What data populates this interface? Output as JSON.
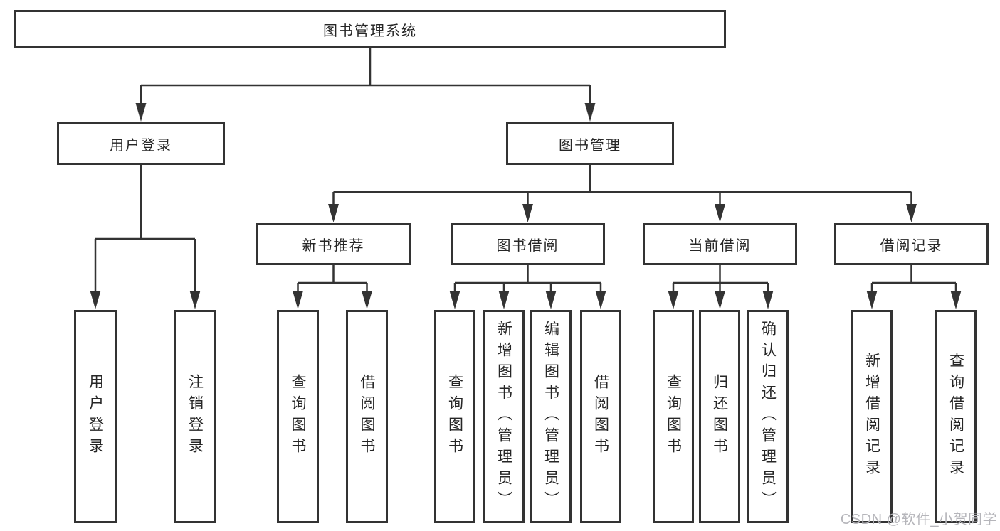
{
  "diagram": {
    "root": {
      "label": "图书管理系统"
    },
    "user_login": {
      "label": "用户登录",
      "children": [
        {
          "label": "用户登录"
        },
        {
          "label": "注销登录"
        }
      ]
    },
    "book_management": {
      "label": "图书管理",
      "groups": [
        {
          "label": "新书推荐",
          "children": [
            {
              "label": "查询图书"
            },
            {
              "label": "借阅图书"
            }
          ]
        },
        {
          "label": "图书借阅",
          "children": [
            {
              "label": "查询图书"
            },
            {
              "label": "新增图书（管理员）"
            },
            {
              "label": "编辑图书（管理员）"
            },
            {
              "label": "借阅图书"
            }
          ]
        },
        {
          "label": "当前借阅",
          "children": [
            {
              "label": "查询图书"
            },
            {
              "label": "归还图书"
            },
            {
              "label": "确认归还（管理员）"
            }
          ]
        },
        {
          "label": "借阅记录",
          "children": [
            {
              "label": "新增借阅记录"
            },
            {
              "label": "查询借阅记录"
            }
          ]
        }
      ]
    }
  },
  "palette": {
    "line": "#333333",
    "border": "#333333",
    "text": "#262626",
    "background": "#ffffff",
    "watermark_color": "#b5b5ba"
  },
  "watermark": {
    "text": "CSDN @软件_小贺同学"
  }
}
